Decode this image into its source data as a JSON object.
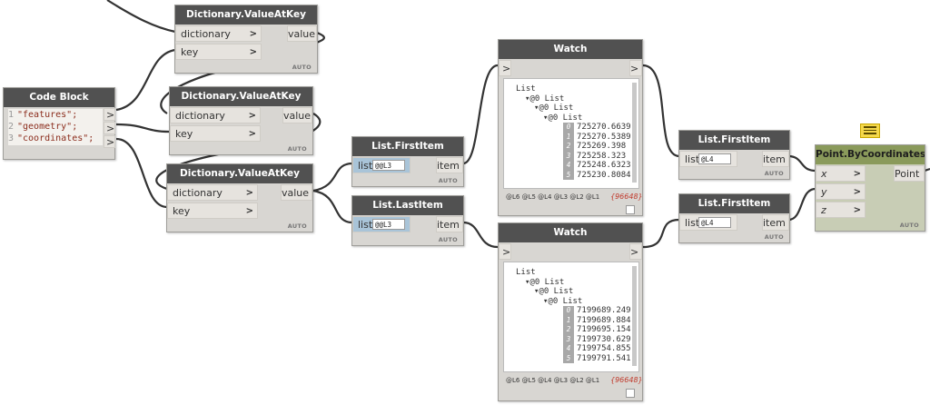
{
  "nodes": {
    "code_block": {
      "title": "Code Block",
      "lines": [
        {
          "n": "1",
          "text": "\"features\";"
        },
        {
          "n": "2",
          "text": "\"geometry\";"
        },
        {
          "n": "3",
          "text": "\"coordinates\";"
        }
      ]
    },
    "dict1": {
      "title": "Dictionary.ValueAtKey",
      "in1": "dictionary",
      "in2": "key",
      "out": "value",
      "auto": "AUTO"
    },
    "dict2": {
      "title": "Dictionary.ValueAtKey",
      "in1": "dictionary",
      "in2": "key",
      "out": "value",
      "auto": "AUTO"
    },
    "dict3": {
      "title": "Dictionary.ValueAtKey",
      "in1": "dictionary",
      "in2": "key",
      "out": "value",
      "auto": "AUTO"
    },
    "first_item": {
      "title": "List.FirstItem",
      "in": "list",
      "lacing": "@@L3",
      "out": "item",
      "auto": "AUTO"
    },
    "last_item": {
      "title": "List.LastItem",
      "in": "list",
      "lacing": "@@L3",
      "out": "item",
      "auto": "AUTO"
    },
    "watch1": {
      "title": "Watch",
      "tree_root": "List",
      "tree_l1": "@0 List",
      "tree_l2": "@0 List",
      "tree_l3": "@0 List",
      "items": [
        {
          "i": "0",
          "v": "725270.6639"
        },
        {
          "i": "1",
          "v": "725270.5389"
        },
        {
          "i": "2",
          "v": "725269.398"
        },
        {
          "i": "3",
          "v": "725258.323"
        },
        {
          "i": "4",
          "v": "725248.6323"
        },
        {
          "i": "5",
          "v": "725230.8084"
        }
      ],
      "levels": "@L6 @L5 @L4 @L3 @L2 @L1",
      "count": "{96648}"
    },
    "watch2": {
      "title": "Watch",
      "tree_root": "List",
      "tree_l1": "@0 List",
      "tree_l2": "@0 List",
      "tree_l3": "@0 List",
      "items": [
        {
          "i": "0",
          "v": "7199689.249"
        },
        {
          "i": "1",
          "v": "7199689.884"
        },
        {
          "i": "2",
          "v": "7199695.154"
        },
        {
          "i": "3",
          "v": "7199730.629"
        },
        {
          "i": "4",
          "v": "7199754.855"
        },
        {
          "i": "5",
          "v": "7199791.541"
        }
      ],
      "levels": "@L6 @L5 @L4 @L3 @L2 @L1",
      "count": "{96648}"
    },
    "first_item2": {
      "title": "List.FirstItem",
      "in": "list",
      "lacing": "@L4",
      "out": "item",
      "auto": "AUTO"
    },
    "first_item3": {
      "title": "List.FirstItem",
      "in": "list",
      "lacing": "@L4",
      "out": "item",
      "auto": "AUTO"
    },
    "point": {
      "title": "Point.ByCoordinates",
      "x": "x",
      "y": "y",
      "z": "z",
      "out": "Point",
      "auto": "AUTO"
    }
  },
  "colors": {
    "header": "#515151",
    "node_body": "#d8d6d2",
    "selected_header": "#8a9a5b",
    "wire": "#333333",
    "note": "#f5d84a"
  },
  "icons": {
    "port_arrow": ">",
    "note": "note-icon"
  }
}
